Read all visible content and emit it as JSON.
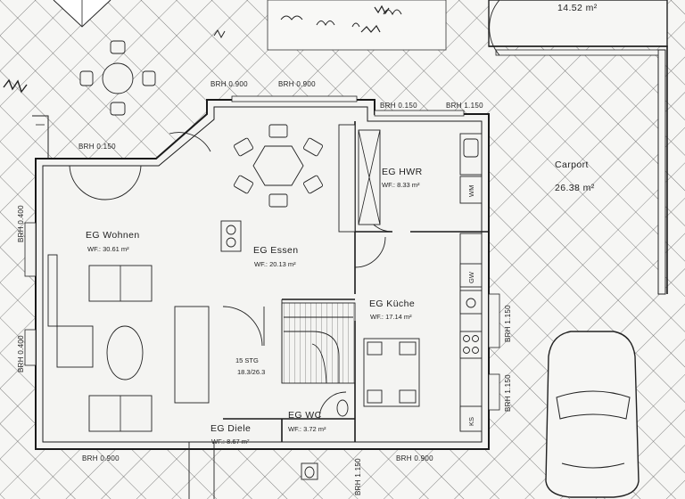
{
  "rooms": {
    "carport_top": {
      "name": "",
      "area": "14.52 m²"
    },
    "carport": {
      "name": "Carport",
      "area": "26.38 m²"
    },
    "wohnen": {
      "name": "EG    Wohnen",
      "area": "WF.: 30.61 m²"
    },
    "essen": {
      "name": "EG    Essen",
      "area": "WF.: 20.13 m²"
    },
    "hwr": {
      "name": "EG    HWR",
      "area": "WF.: 8.33 m²"
    },
    "kueche": {
      "name": "EG    Küche",
      "area": "WF.: 17.14 m²"
    },
    "diele": {
      "name": "EG    Diele",
      "area": "WF.: 8.67 m²"
    },
    "wc": {
      "name": "EG  WC",
      "area": "WF.: 3.72 m²"
    }
  },
  "stairs": {
    "line1": "15 STG",
    "line2": "18.3/26.3"
  },
  "appliances": {
    "wm": "WM",
    "gw": "GW",
    "ks": "KS"
  },
  "brh": {
    "top_left": "BRH 0.900",
    "top_right": "BRH 0.900",
    "left_top": "BRH 0.150",
    "hwr_left": "BRH 0.150",
    "hwr_right": "BRH 1.150",
    "west_upper": "BRH 0.400",
    "west_lower": "BRH 0.400",
    "east_upper": "BRH 1.150",
    "east_lower": "BRH 1.150",
    "bottom_left": "BRH 0.900",
    "bottom_mid": "BRH 1.150",
    "bottom_right": "BRH 0.900"
  }
}
